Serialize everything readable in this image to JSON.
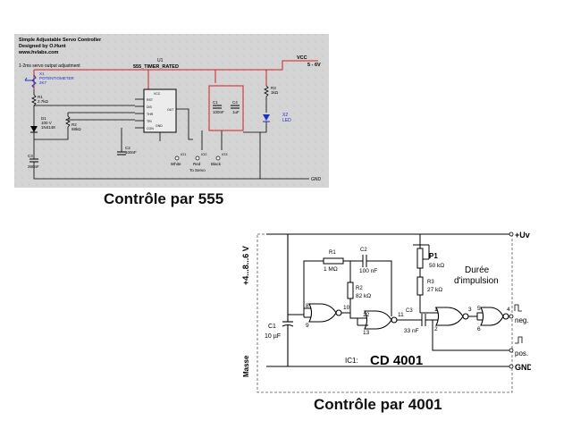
{
  "top": {
    "header": [
      "Simple Adjustable Servo Controller",
      "Designed by O.Hunt",
      "www.hvlabs.com"
    ],
    "note": "1-2ms servo output adjustment",
    "vcc": "VCC",
    "volt": "5 - 6V",
    "gnd": "GND",
    "u1": "U1",
    "timer": "555_TIMER_RATED",
    "x1": [
      "X1",
      "POTENTIOMETER",
      "2K7"
    ],
    "r1": [
      "R1",
      "2.7kΩ"
    ],
    "d1": [
      "D1",
      "100 V",
      "1N4148"
    ],
    "r2": [
      "R2",
      "68kΩ"
    ],
    "c3": [
      "C3",
      "390nF"
    ],
    "c2": [
      "C2",
      "100nF"
    ],
    "c1": [
      "C1",
      "100nF"
    ],
    "c4": [
      "C4",
      "1uF"
    ],
    "r3": [
      "R3",
      "1kΩ"
    ],
    "x2": [
      "X2",
      "LED"
    ],
    "io": [
      "IO1",
      "IO2",
      "IO3"
    ],
    "wires": [
      "White",
      "Red",
      "Black"
    ],
    "toservo": "To Servo",
    "pins_left": [
      "DIS",
      "THR",
      "TRI",
      "CON"
    ],
    "pins_top": [
      "VCC",
      "RST"
    ],
    "pin_out": "OUT",
    "pin_gnd": "GND"
  },
  "bottom": {
    "supply": "+4...8...6 V",
    "uv": "+Uv",
    "masse": "Masse",
    "gnd": "GND",
    "r1": [
      "R1",
      "1 MΩ"
    ],
    "c2": [
      "C2",
      "100 nF"
    ],
    "r2": [
      "R2",
      "82 kΩ"
    ],
    "c1": [
      "C1",
      "10 µF"
    ],
    "c3": [
      "C3",
      "33 nF"
    ],
    "p1": [
      "P1",
      "50 kΩ"
    ],
    "r3": [
      "R3",
      "27 kΩ"
    ],
    "duree": [
      "Durée",
      "d'impulsion"
    ],
    "ic": "IC1:",
    "chip": "CD 4001",
    "neg": "neg.",
    "pos": "pos.",
    "pins": [
      "8",
      "9",
      "10",
      "12",
      "13",
      "11",
      "1",
      "2",
      "3",
      "5",
      "6",
      "4"
    ]
  },
  "captions": {
    "c555": "Contrôle par 555",
    "c4001": "Contrôle par 4001"
  }
}
